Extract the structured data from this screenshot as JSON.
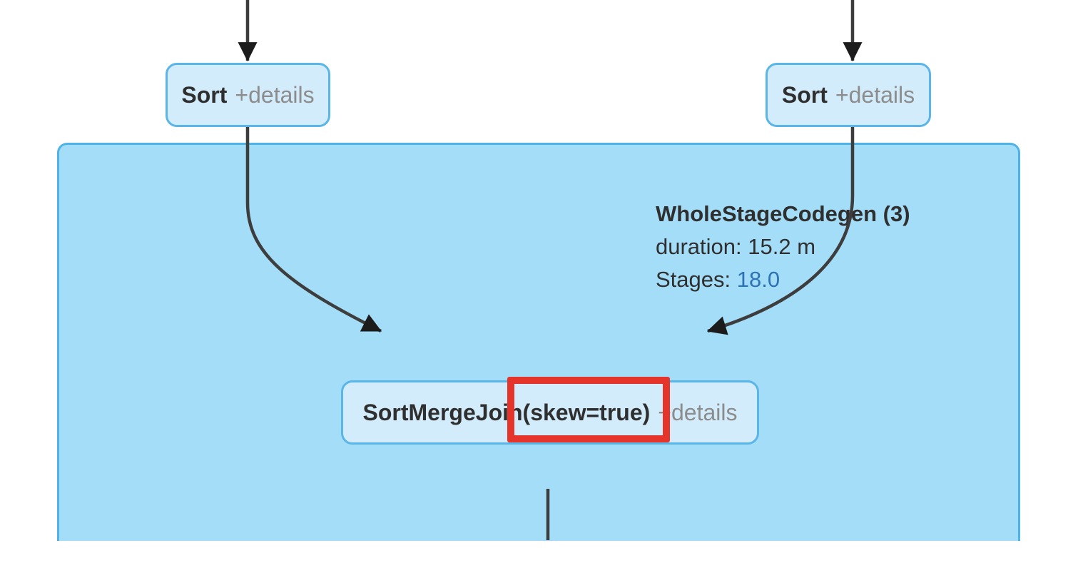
{
  "diagram": {
    "type": "spark-sql-query-plan-dag",
    "cluster": {
      "title": "WholeStageCodegen (3)",
      "duration": "duration: 15.2 m",
      "stages_label": "Stages:",
      "stages_link": "18.0"
    },
    "nodes": [
      {
        "id": "sort-left",
        "title": "Sort",
        "details": "+details"
      },
      {
        "id": "sort-right",
        "title": "Sort",
        "details": "+details"
      },
      {
        "id": "sort-merge-join",
        "title": "SortMergeJoin(skew=true)",
        "details": "+details"
      }
    ],
    "edges": [
      {
        "from": "offscreen-top-left",
        "to": "sort-left"
      },
      {
        "from": "offscreen-top-right",
        "to": "sort-right"
      },
      {
        "from": "sort-left",
        "to": "sort-merge-join"
      },
      {
        "from": "sort-right",
        "to": "sort-merge-join"
      },
      {
        "from": "sort-merge-join",
        "to": "offscreen-bottom"
      }
    ],
    "annotation": {
      "highlighted_text": "(skew=true)",
      "shape": "red-rectangle"
    },
    "colors": {
      "cluster_fill": "#a4ddf8",
      "cluster_border": "#4fb3ea",
      "node_fill": "#d3ecfb",
      "node_border": "#5ab5e8",
      "edge": "#3d3d3d",
      "arrowhead": "#1c1c1c",
      "link": "#2d72b5",
      "text": "#2f2f2f",
      "muted": "#8c8c8c",
      "annotation_red": "#e5352b"
    }
  }
}
